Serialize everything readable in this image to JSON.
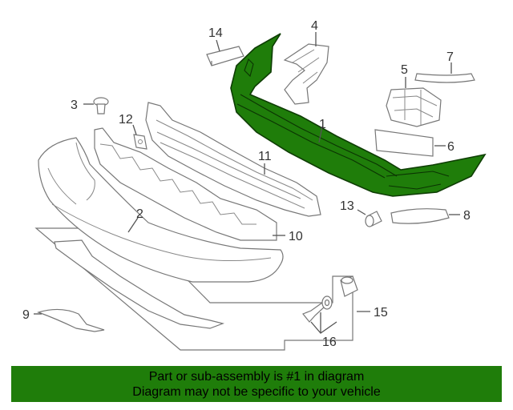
{
  "diagram": {
    "callouts": [
      {
        "id": "1",
        "label": "1"
      },
      {
        "id": "2",
        "label": "2"
      },
      {
        "id": "3",
        "label": "3"
      },
      {
        "id": "4",
        "label": "4"
      },
      {
        "id": "5",
        "label": "5"
      },
      {
        "id": "6",
        "label": "6"
      },
      {
        "id": "7",
        "label": "7"
      },
      {
        "id": "8",
        "label": "8"
      },
      {
        "id": "9",
        "label": "9"
      },
      {
        "id": "10",
        "label": "10"
      },
      {
        "id": "11",
        "label": "11"
      },
      {
        "id": "12",
        "label": "12"
      },
      {
        "id": "13",
        "label": "13"
      },
      {
        "id": "14",
        "label": "14"
      },
      {
        "id": "15",
        "label": "15"
      },
      {
        "id": "16",
        "label": "16"
      }
    ],
    "highlighted_part": "1",
    "highlight_color": "#1f7d0a"
  },
  "banner": {
    "line1": "Part or sub-assembly is #1 in diagram",
    "line2": "Diagram may not be specific to your vehicle",
    "background": "#1f7d0a"
  }
}
